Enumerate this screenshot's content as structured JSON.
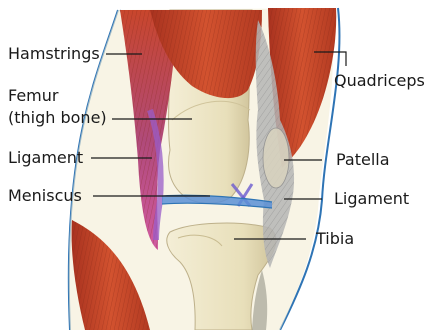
{
  "labels": {
    "hamstrings": "Hamstrings",
    "femur_line1": "Femur",
    "femur_line2": "(thigh bone)",
    "ligament_left": "Ligament",
    "meniscus": "Meniscus",
    "quadriceps": "Quadriceps",
    "patella": "Patella",
    "ligament_right": "Ligament",
    "tibia": "Tibia"
  },
  "colors": {
    "muscle": "#c8462c",
    "bone": "#eee6c6",
    "outline": "#2e74b5",
    "ligament": "#9a5cc8",
    "meniscus": "#5b8fd6"
  }
}
